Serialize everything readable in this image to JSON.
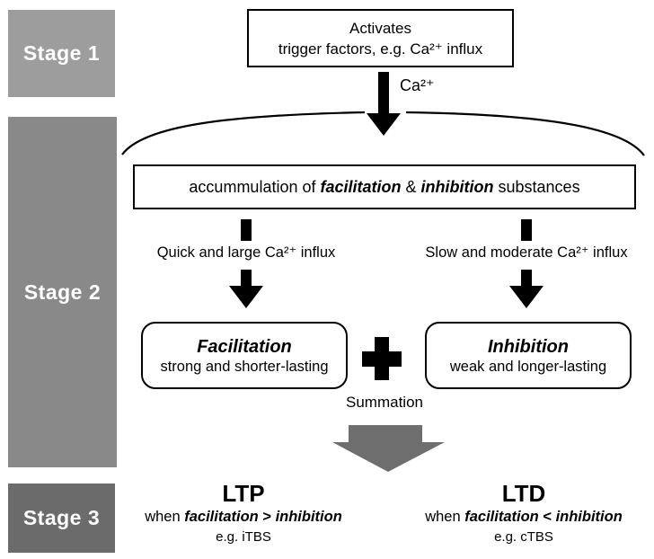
{
  "stages": {
    "stage1": {
      "label": "Stage 1"
    },
    "stage2": {
      "label": "Stage 2"
    },
    "stage3": {
      "label": "Stage 3"
    }
  },
  "top_box": {
    "line1": "Activates",
    "line2": "trigger factors, e.g. Ca²⁺ influx"
  },
  "ca_arrow": {
    "label": "Ca²⁺"
  },
  "accumulation_box": {
    "prefix": "accummulation of ",
    "term1": "facilitation",
    "connector": " & ",
    "term2": "inhibition",
    "suffix": " substances"
  },
  "branches": {
    "left": {
      "label": "Quick and large Ca²⁺ influx"
    },
    "right": {
      "label": "Slow and moderate Ca²⁺ influx"
    }
  },
  "facilitation_box": {
    "title": "Facilitation",
    "subtitle": "strong and shorter-lasting"
  },
  "inhibition_box": {
    "title": "Inhibition",
    "subtitle": "weak and longer-lasting"
  },
  "plus_sign": {
    "name": "plus"
  },
  "summation": {
    "label": "Summation"
  },
  "outcomes": {
    "ltp": {
      "title": "LTP",
      "when_prefix": "when ",
      "term1": "facilitation",
      "comparator": " > ",
      "term2": "inhibition",
      "example": "e.g. iTBS"
    },
    "ltd": {
      "title": "LTD",
      "when_prefix": "when ",
      "term1": "facilitation",
      "comparator": " < ",
      "term2": "inhibition",
      "example": "e.g. cTBS"
    }
  },
  "colors": {
    "stage1_bg": "#9d9d9d",
    "stage2_bg": "#898989",
    "stage3_bg": "#6b6b6b",
    "summation_arrow": "#6e6e6e",
    "arrow_black": "#000000"
  }
}
